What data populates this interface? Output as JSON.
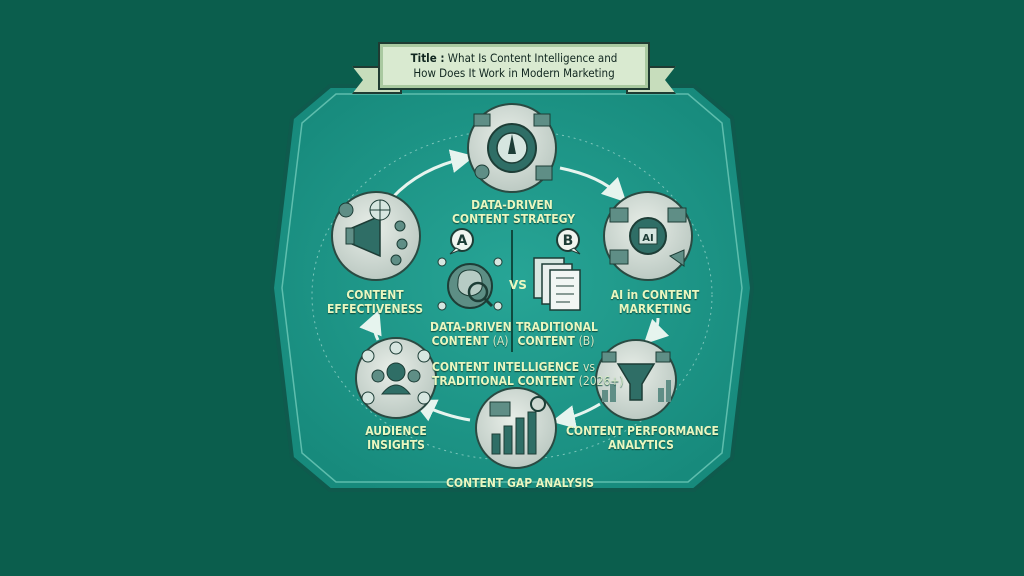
{
  "title": {
    "prefix": "Title :",
    "line1": "What Is Content Intelligence and",
    "line2": "How Does It Work in Modern Marketing"
  },
  "cycle": {
    "nodes": [
      {
        "id": "strategy",
        "line1": "DATA-DRIVEN",
        "line2": "CONTENT STRATEGY",
        "icon": "compass-dashboard-icon"
      },
      {
        "id": "ai",
        "line1": "AI in CONTENT",
        "line2": "MARKETING",
        "icon": "ai-chip-icon"
      },
      {
        "id": "analytics",
        "line1": "CONTENT PERFORMANCE",
        "line2": "ANALYTICS",
        "icon": "funnel-icon"
      },
      {
        "id": "gap",
        "line1": "CONTENT GAP ANALYSIS",
        "line2": "",
        "icon": "bar-chart-icon"
      },
      {
        "id": "audience",
        "line1": "AUDIENCE",
        "line2": "INSIGHTS",
        "icon": "audience-group-icon"
      },
      {
        "id": "effectiveness",
        "line1": "CONTENT",
        "line2": "EFFECTIVENESS",
        "icon": "megaphone-icon"
      }
    ]
  },
  "comparison": {
    "a_badge": "A",
    "b_badge": "B",
    "vs": "VS",
    "a_line1": "DATA-DRIVEN",
    "a_line2": "CONTENT",
    "a_suffix": "(A)",
    "b_line1": "TRADITIONAL",
    "b_line2": "CONTENT",
    "b_suffix": "(B)",
    "caption_line1": "CONTENT INTELLIGENCE",
    "caption_vs": "vs",
    "caption_line2": "TRADITIONAL CONTENT",
    "caption_year": "(2026+)"
  },
  "colors": {
    "background": "#0b5e4d",
    "panel": "#1d9a8c",
    "label": "#e9f7c0"
  }
}
